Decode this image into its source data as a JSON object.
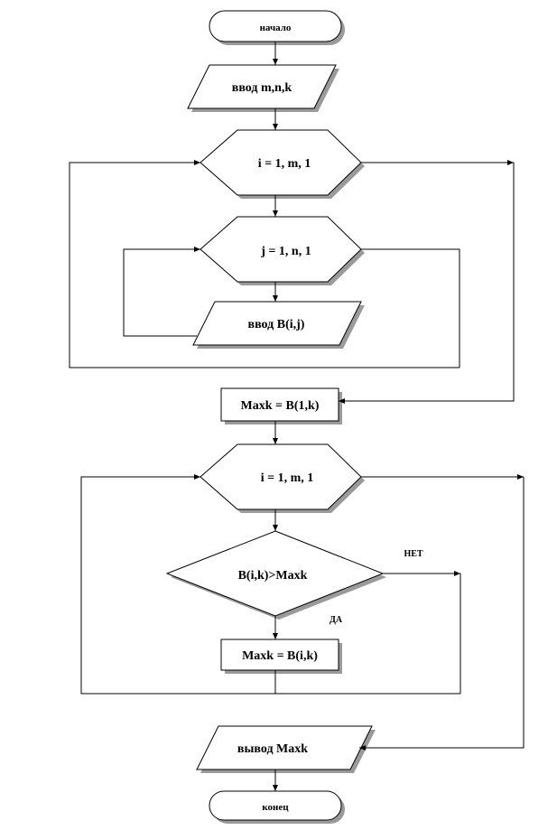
{
  "flowchart": {
    "start": "начало",
    "input_mnk": "ввод m,n,k",
    "loop_i_1": "i = 1, m, 1",
    "loop_j": "j = 1, n, 1",
    "input_bij": "ввод B(i,j)",
    "init_max": "Maxk = B(1,k)",
    "loop_i_2": "i = 1, m, 1",
    "condition": "B(i,k)>Maxk",
    "label_no": "НЕТ",
    "label_yes": "ДА",
    "assign_max": "Maxk = B(i,k)",
    "output_max": "вывод Maxk",
    "end": "конец"
  },
  "colors": {
    "stroke": "#000000",
    "fill": "#ffffff",
    "shadow": "#9a9a9a"
  }
}
